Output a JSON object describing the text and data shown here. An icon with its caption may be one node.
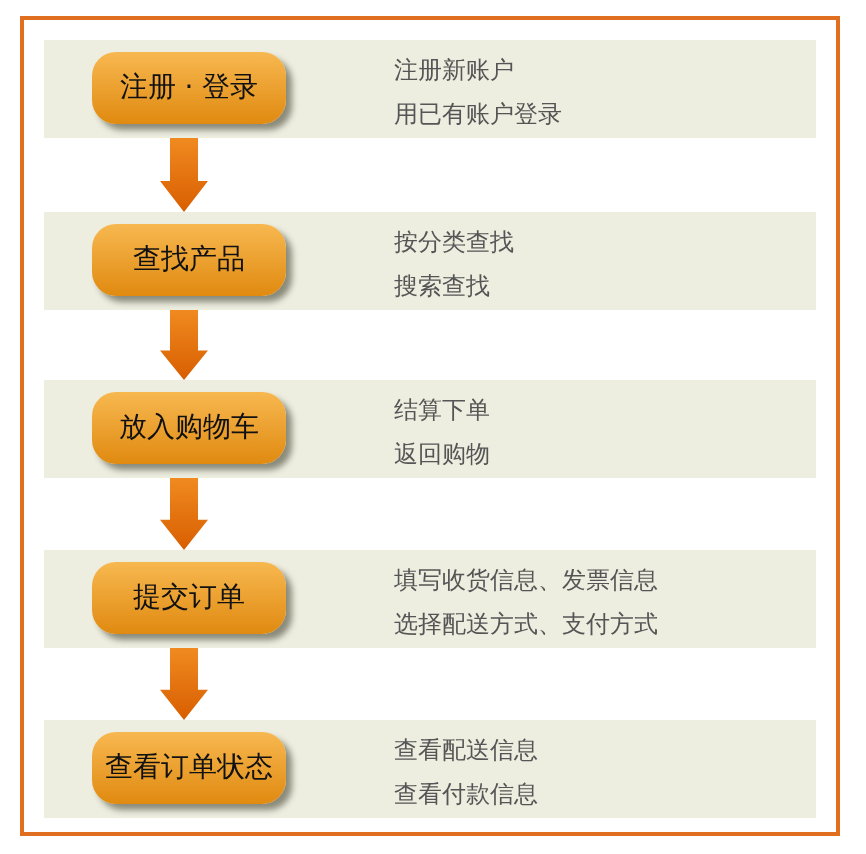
{
  "diagram": {
    "nodes": [
      {
        "text": [
          "注册新账户",
          "用已有账户登录"
        ]
      },
      {
        "text": [
          "注册 · 登录"
        ],
        "in": 0
      },
      {
        "text": [
          "按分类查找",
          "搜索查找"
        ]
      },
      {
        "text": [
          "查找产品"
        ],
        "in": 2
      },
      {
        "text": [
          "结算下单",
          "返回购物"
        ]
      },
      {
        "text": [
          "放入购物车"
        ],
        "in": 4
      },
      {
        "text": [
          "填写收货信息、发票信息",
          "选择配送方式、支付方式"
        ]
      },
      {
        "text": [
          "提交订单"
        ],
        "in": 6
      },
      {
        "text": [
          "查看配送信息",
          "查看付款信息"
        ]
      },
      {
        "text": [
          "查看订单状态"
        ],
        "in": 8
      }
    ],
    "edges": [
      {
        "from": 0,
        "to": 2,
        "arrow": "to"
      },
      {
        "from": 2,
        "to": 4,
        "arrow": "to"
      },
      {
        "from": 4,
        "to": 6,
        "arrow": "to"
      },
      {
        "from": 6,
        "to": 8,
        "arrow": "to"
      }
    ]
  }
}
